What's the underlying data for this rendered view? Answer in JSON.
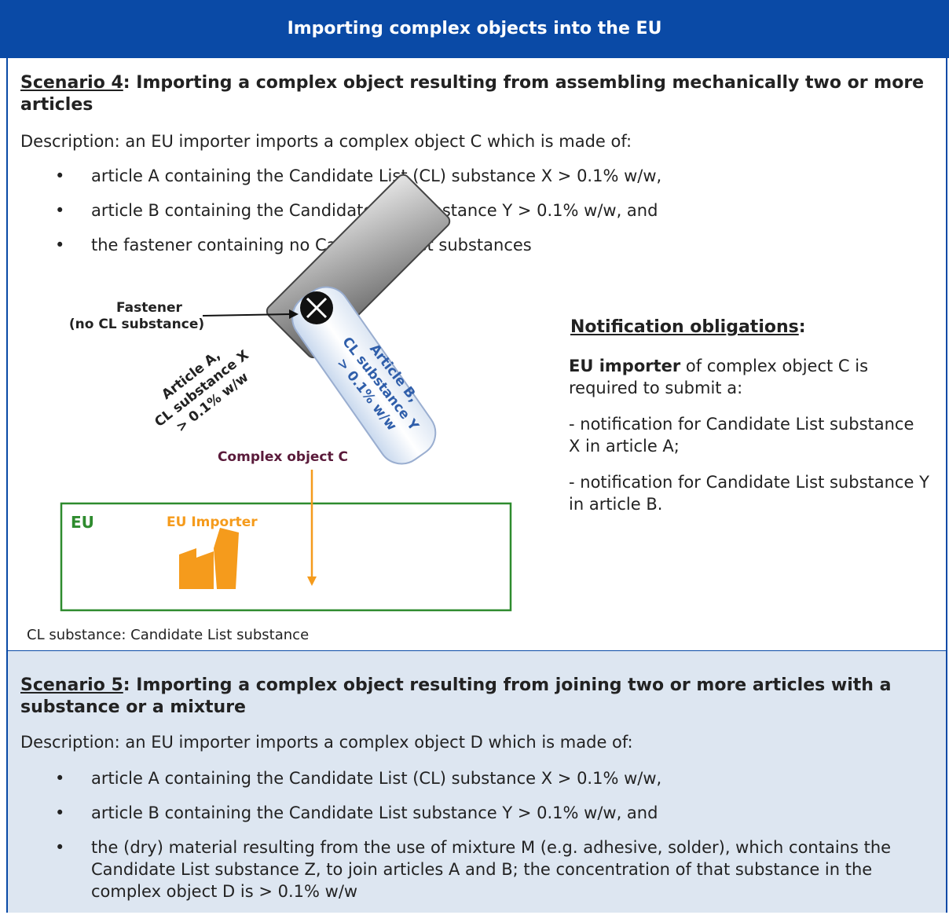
{
  "header": {
    "title": "Importing complex objects into the EU"
  },
  "scenario4": {
    "title_label": "Scenario 4",
    "title_rest": ": Importing a complex object resulting from assembling mechanically two or more articles",
    "description": "Description: an EU importer imports a complex object C which is made of:",
    "bullets": [
      "article A containing the Candidate List (CL) substance X > 0.1% w/w,",
      "article B containing the Candidate List substance Y > 0.1% w/w, and",
      "the fastener containing no Candidate List substances"
    ],
    "diagram": {
      "fastener_line1": "Fastener",
      "fastener_line2": "(no CL substance)",
      "article_a_line1": "Article A,",
      "article_a_line2": "CL substance X",
      "article_a_line3": "> 0.1% w/w",
      "article_b_line1": "Article B,",
      "article_b_line2": "CL substance Y",
      "article_b_line3": "> 0.1% w/w",
      "complex_object": "Complex object C",
      "eu_label": "EU",
      "importer_label": "EU Importer"
    },
    "notification": {
      "title": "Notification obligations",
      "title_suffix": ":",
      "p1_bold": "EU importer",
      "p1_rest": " of complex object C is required to submit a:",
      "p2": "- notification for Candidate List substance X in article A;",
      "p3": "- notification for Candidate List substance Y in article B."
    },
    "legend": "CL substance: Candidate List substance"
  },
  "scenario5": {
    "title_label": "Scenario 5",
    "title_rest": ": Importing a complex object resulting from joining two or more articles with a substance or a mixture",
    "description": "Description: an EU importer imports a complex object D which is made of:",
    "bullets": [
      "article A containing the Candidate List (CL) substance X > 0.1% w/w,",
      "article B containing the Candidate List substance Y > 0.1% w/w, and",
      "the (dry) material resulting from the use of mixture M (e.g. adhesive, solder), which contains the Candidate List substance Z, to join articles A and B; the concentration of that substance in the complex object D is > 0.1% w/w"
    ]
  },
  "colors": {
    "header_bg": "#0a4aa6",
    "section5_bg": "#dde6f1",
    "eu_box": "#2e8b2e",
    "importer": "#f59b1c",
    "complex_object_text": "#5a1a3a",
    "article_b_text": "#2f5eaa"
  }
}
